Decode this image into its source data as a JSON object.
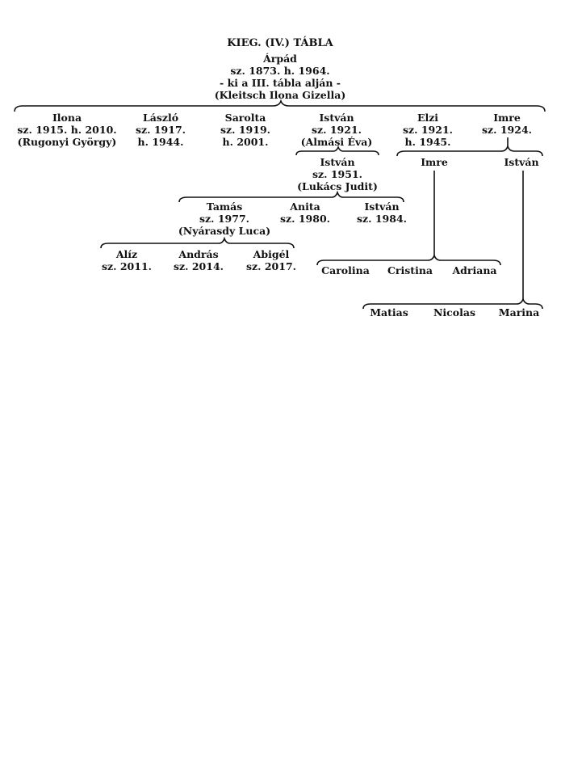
{
  "table_title": "KIEG. (IV.) TÁBLA",
  "root": {
    "name": "Árpád",
    "dates": "sz. 1873. h. 1964.",
    "note": "- ki a III. tábla alján -",
    "spouse": "(Kleitsch Ilona Gizella)"
  },
  "gen1": [
    {
      "name": "Ilona",
      "dates": "sz. 1915. h. 2010.",
      "spouse": "(Rugonyi György)"
    },
    {
      "name": "László",
      "dates": "sz. 1917.",
      "death": "h. 1944."
    },
    {
      "name": "Sarolta",
      "dates": "sz. 1919.",
      "death": "h. 2001."
    },
    {
      "name": "István",
      "dates": "sz. 1921.",
      "spouse": "(Almási Éva)"
    },
    {
      "name": "Elzi",
      "dates": "sz. 1921.",
      "death": "h. 1945."
    },
    {
      "name": "Imre",
      "dates": "sz. 1924."
    }
  ],
  "istvan_line": {
    "child": {
      "name": "István",
      "dates": "sz. 1951.",
      "spouse": "(Lukács Judit)"
    },
    "children": [
      {
        "name": "Tamás",
        "dates": "sz. 1977.",
        "spouse": "(Nyárasdy Luca)"
      },
      {
        "name": "Anita",
        "dates": "sz. 1980."
      },
      {
        "name": "István",
        "dates": "sz. 1984."
      }
    ],
    "grandchildren": [
      {
        "name": "Alíz",
        "dates": "sz. 2011."
      },
      {
        "name": "András",
        "dates": "sz. 2014."
      },
      {
        "name": "Abigél",
        "dates": "sz. 2017."
      }
    ]
  },
  "imre_line": {
    "children": [
      "Imre",
      "István"
    ],
    "imre_children": [
      "Carolina",
      "Cristina",
      "Adriana"
    ],
    "istvan_children": [
      "Matias",
      "Nicolas",
      "Marina"
    ]
  }
}
